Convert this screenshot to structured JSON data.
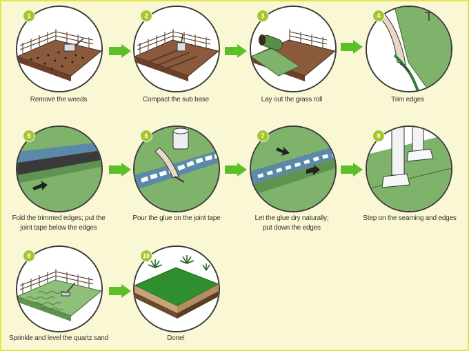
{
  "steps": [
    {
      "number": "1",
      "caption": "Remove the weeds",
      "icon": "weeding-soil-icon"
    },
    {
      "number": "2",
      "caption": "Compact the sub base",
      "icon": "compactor-icon"
    },
    {
      "number": "3",
      "caption": "Lay out the grass roll",
      "icon": "grass-roll-icon"
    },
    {
      "number": "4",
      "caption": "Trim edges",
      "icon": "trim-edges-icon"
    },
    {
      "number": "5",
      "caption_lines": [
        "Fold the trimmed edges; put the",
        "joint tape below the edges"
      ],
      "icon": "fold-edges-icon"
    },
    {
      "number": "6",
      "caption": "Pour the glue on the joint tape",
      "icon": "pour-glue-icon"
    },
    {
      "number": "7",
      "caption_lines": [
        "Let the glue dry naturally;",
        "put down the edges"
      ],
      "icon": "dry-glue-icon"
    },
    {
      "number": "8",
      "caption": "Step on the seaming and edges",
      "icon": "step-on-seam-icon"
    },
    {
      "number": "9",
      "caption": "Sprinkle and level the quartz sand",
      "icon": "quartz-sand-icon"
    },
    {
      "number": "10",
      "caption": "Done!",
      "icon": "finished-lawn-icon"
    }
  ],
  "colors": {
    "background": "#f9f7d4",
    "border": "#e6e44a",
    "badge": "#a6c72a",
    "arrow": "#5cbf2a",
    "grass": "#7fb26a",
    "soil": "#8b5a3c"
  }
}
